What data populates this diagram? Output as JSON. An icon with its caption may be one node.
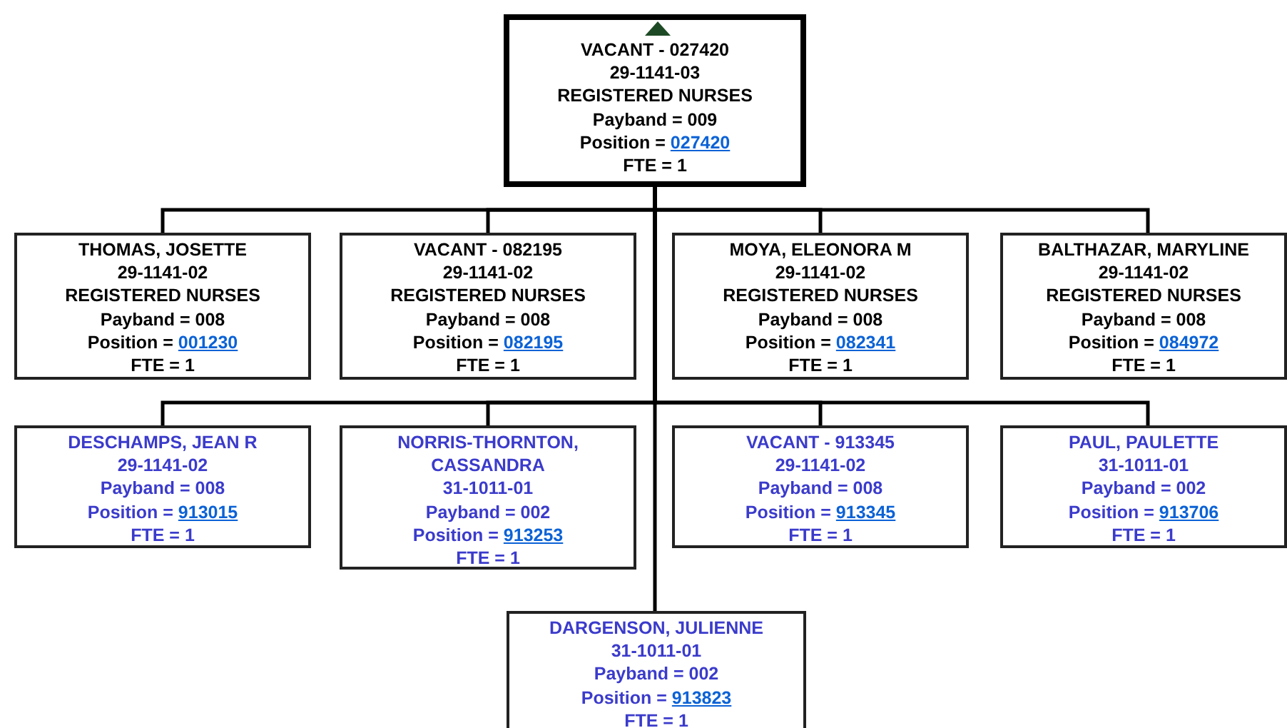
{
  "diagram": {
    "nodes": [
      {
        "text": [
          "VACANT - 027420",
          "29-1141-03",
          "REGISTERED NURSES",
          "Payband = 009",
          "Position = 027420",
          "FTE = 1"
        ]
      },
      {
        "text": [
          "THOMAS, JOSETTE",
          "29-1141-02",
          "REGISTERED NURSES",
          "Payband = 008",
          "Position = 001230",
          "FTE = 1"
        ]
      },
      {
        "text": [
          "VACANT - 082195",
          "29-1141-02",
          "REGISTERED NURSES",
          "Payband = 008",
          "Position = 082195",
          "FTE = 1"
        ]
      },
      {
        "text": [
          "MOYA, ELEONORA M",
          "29-1141-02",
          "REGISTERED NURSES",
          "Payband = 008",
          "Position = 082341",
          "FTE = 1"
        ]
      },
      {
        "text": [
          "BALTHAZAR, MARYLINE",
          "29-1141-02",
          "REGISTERED NURSES",
          "Payband = 008",
          "Position = 084972",
          "FTE = 1"
        ]
      },
      {
        "text": [
          "DESCHAMPS, JEAN R",
          "29-1141-02",
          "Payband = 008",
          "Position = 913015",
          "FTE = 1"
        ]
      },
      {
        "text": [
          "NORRIS-THORNTON, CASSANDRA",
          "31-1011-01",
          "Payband = 002",
          "Position = 913253",
          "FTE = 1"
        ]
      },
      {
        "text": [
          "VACANT - 913345",
          "29-1141-02",
          "Payband = 008",
          "Position = 913345",
          "FTE = 1"
        ]
      },
      {
        "text": [
          "PAUL, PAULETTE",
          "31-1011-01",
          "Payband = 002",
          "Position = 913706",
          "FTE = 1"
        ]
      },
      {
        "text": [
          "DARGENSON, JULIENNE",
          "31-1011-01",
          "Payband = 002",
          "Position = 913823",
          "FTE = 1"
        ]
      }
    ],
    "edges": [
      {
        "from": 0,
        "to": 1,
        "arrow": "none"
      },
      {
        "from": 0,
        "to": 2,
        "arrow": "none"
      },
      {
        "from": 0,
        "to": 3,
        "arrow": "none"
      },
      {
        "from": 0,
        "to": 4,
        "arrow": "none"
      },
      {
        "from": 0,
        "to": 5,
        "arrow": "none"
      },
      {
        "from": 0,
        "to": 6,
        "arrow": "none"
      },
      {
        "from": 0,
        "to": 7,
        "arrow": "none"
      },
      {
        "from": 0,
        "to": 8,
        "arrow": "none"
      },
      {
        "from": 0,
        "to": 9,
        "arrow": "none"
      }
    ]
  }
}
